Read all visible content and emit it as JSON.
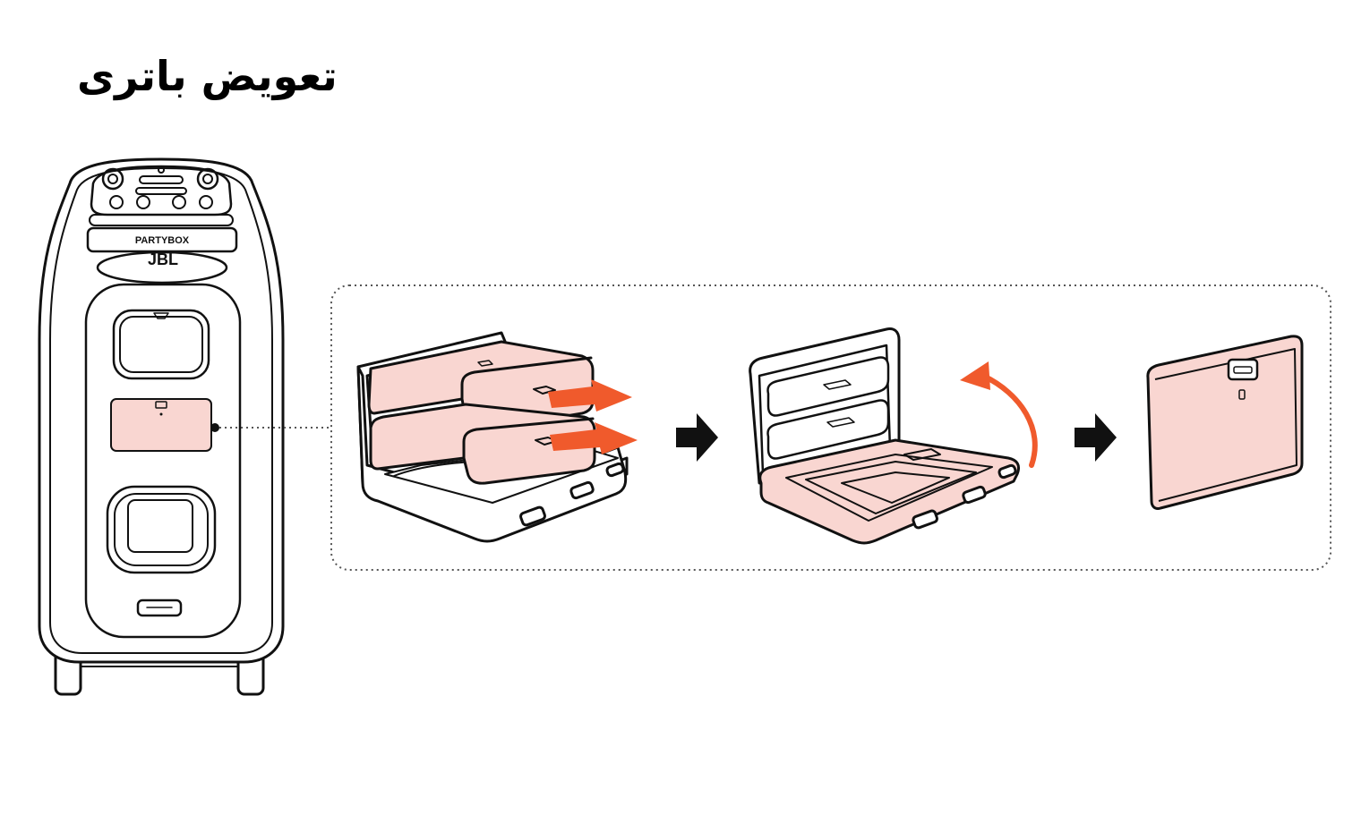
{
  "title": "تعویض باتری",
  "speaker": {
    "brand_label": "PARTYBOX",
    "logo": "JBL"
  },
  "colors": {
    "highlight": "#f9d6d1",
    "accent": "#f05a2c",
    "stroke": "#111111",
    "dotted_frame": "#555555"
  },
  "steps": [
    {
      "icon": "battery-insert-icon"
    },
    {
      "icon": "arrow-right-icon"
    },
    {
      "icon": "lid-close-icon"
    },
    {
      "icon": "arrow-right-icon"
    },
    {
      "icon": "battery-cover-icon"
    }
  ]
}
